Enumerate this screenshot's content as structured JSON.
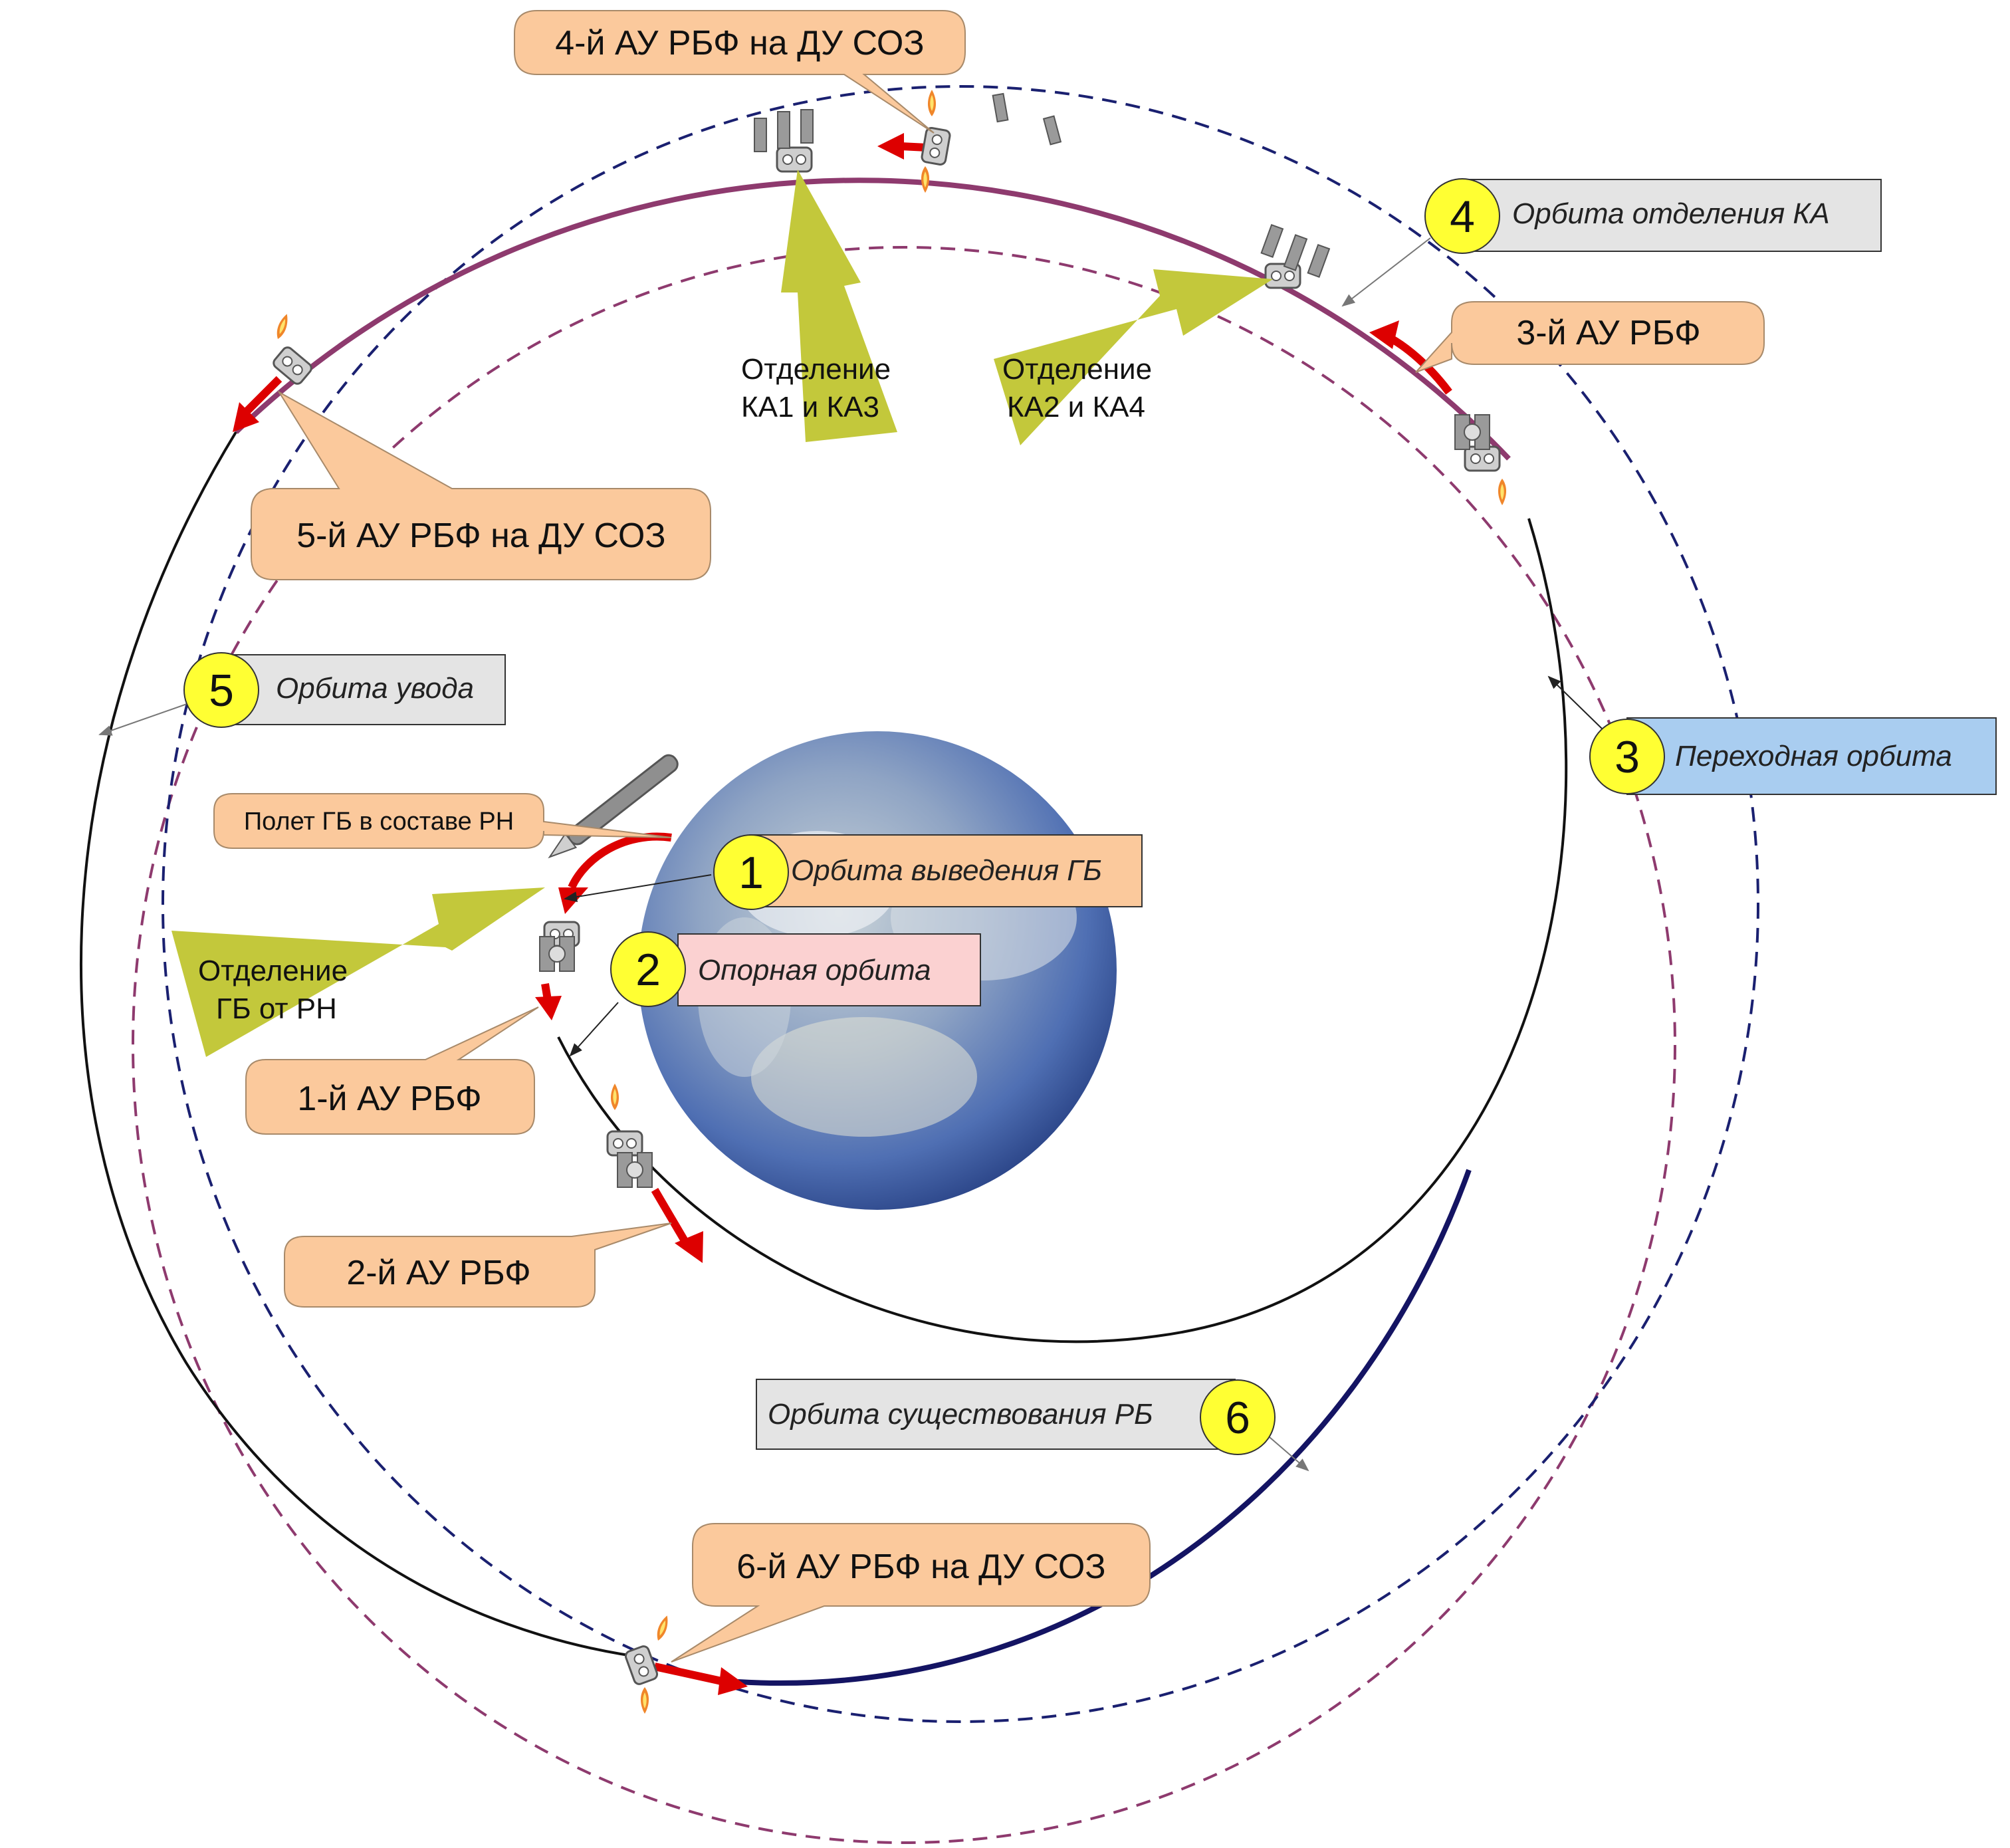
{
  "colors": {
    "callout_fill": "#fbc99c",
    "callout_stroke": "#a88a6a",
    "label_gray": "#e4e4e4",
    "label_blue": "#a9cdf0",
    "label_pink": "#fbd1d1",
    "number_circle": "#ffff33",
    "separation_arrow": "#c3c83b",
    "burn_arrow": "#dd0000",
    "orbit_outer": "#8e3a6e",
    "orbit_park_dashed": "#1a2070",
    "orbit_existence": "#141463"
  },
  "callouts": {
    "burn4": "4-й АУ РБФ на ДУ СОЗ",
    "burn3": "3-й АУ РБФ",
    "burn5": "5-й АУ РБФ на ДУ СОЗ",
    "flight": "Полет ГБ в составе РН",
    "burn1": "1-й АУ РБФ",
    "burn2": "2-й АУ РБФ",
    "burn6": "6-й АУ РБФ на ДУ СОЗ"
  },
  "orbits": [
    {
      "number": "1",
      "label": "Орбита выведения ГБ"
    },
    {
      "number": "2",
      "label": "Опорная орбита"
    },
    {
      "number": "3",
      "label": "Переходная орбита"
    },
    {
      "number": "4",
      "label": "Орбита отделения КА"
    },
    {
      "number": "5",
      "label": "Орбита увода"
    },
    {
      "number": "6",
      "label": "Орбита существования РБ"
    }
  ],
  "separations": {
    "ka13": {
      "line1": "Отделение",
      "line2": "КА1 и КА3"
    },
    "ka24": {
      "line1": "Отделение",
      "line2": "КА2 и КА4"
    },
    "gb": {
      "line1": "Отделение",
      "line2": "ГБ от РН"
    }
  }
}
